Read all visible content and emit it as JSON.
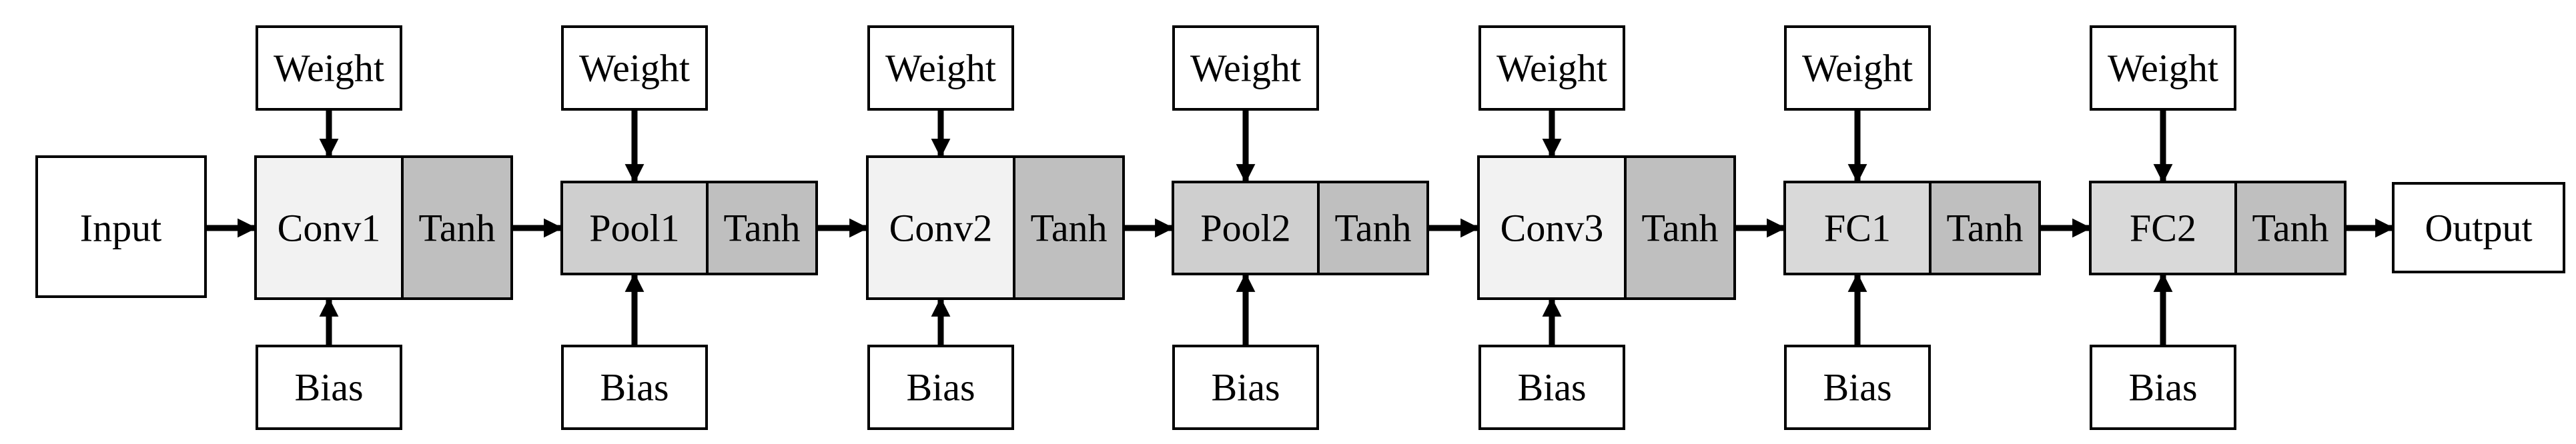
{
  "input_label": "Input",
  "output_label": "Output",
  "weight_label": "Weight",
  "bias_label": "Bias",
  "layers": [
    {
      "id": "conv1",
      "name": "Conv1",
      "activation": "Tanh",
      "fill": "#f2f2f2"
    },
    {
      "id": "pool1",
      "name": "Pool1",
      "activation": "Tanh",
      "fill": "#cfcfcf"
    },
    {
      "id": "conv2",
      "name": "Conv2",
      "activation": "Tanh",
      "fill": "#f2f2f2"
    },
    {
      "id": "pool2",
      "name": "Pool2",
      "activation": "Tanh",
      "fill": "#cfcfcf"
    },
    {
      "id": "conv3",
      "name": "Conv3",
      "activation": "Tanh",
      "fill": "#f2f2f2"
    },
    {
      "id": "fc1",
      "name": "FC1",
      "activation": "Tanh",
      "fill": "#d9d9d9"
    },
    {
      "id": "fc2",
      "name": "FC2",
      "activation": "Tanh",
      "fill": "#d9d9d9"
    }
  ],
  "colors": {
    "stroke": "#000000",
    "activation_fill": "#bfbfbf",
    "io_fill": "#ffffff"
  }
}
